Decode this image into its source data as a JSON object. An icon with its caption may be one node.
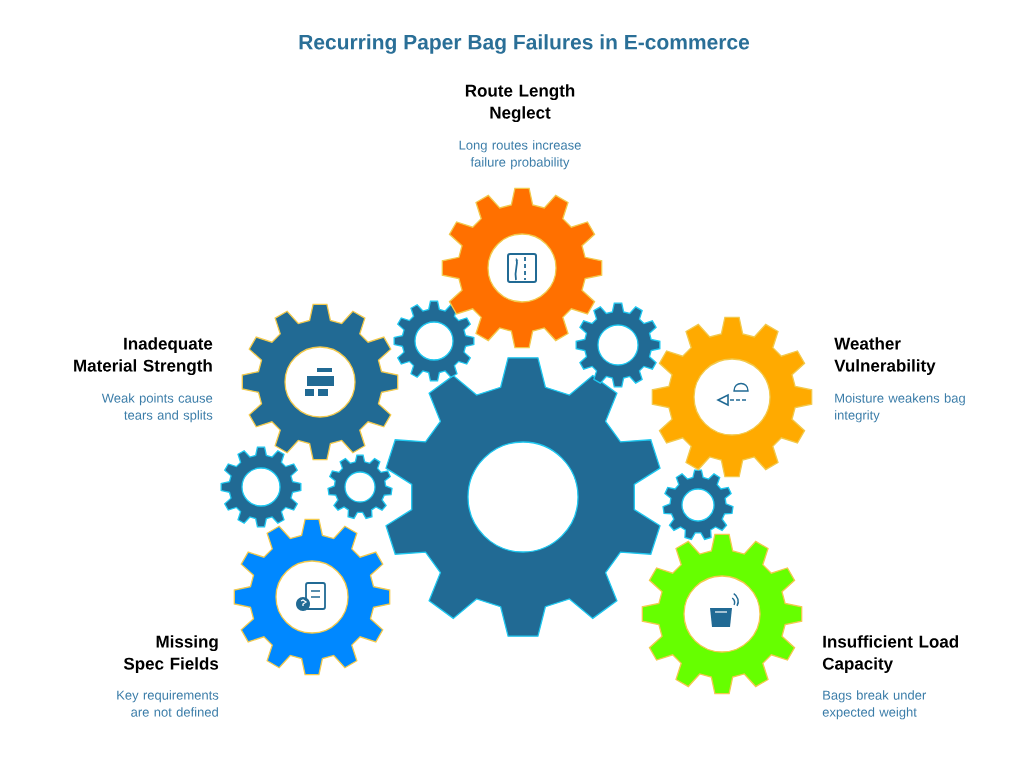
{
  "diagram": {
    "title": "Recurring Paper Bag Failures in E-commerce",
    "nodes": [
      {
        "text": [
          "Route Length Neglect",
          "Long routes increase failure probability"
        ]
      },
      {
        "text": [],
        "shape": "gear"
      },
      {
        "text": [],
        "shape": "gear"
      },
      {
        "text": [
          "Inadequate Material Strength",
          "Weak points cause tears and splits"
        ]
      },
      {
        "text": [
          "Weather Vulnerability",
          "Moisture weakens bag integrity"
        ]
      },
      {
        "text": [],
        "shape": "gear"
      },
      {
        "text": [],
        "shape": "gear"
      },
      {
        "text": [],
        "shape": "gear"
      },
      {
        "text": [],
        "shape": "gear"
      },
      {
        "text": [
          "Missing Spec Fields",
          "Key requirements are not defined"
        ]
      },
      {
        "text": [
          "Insufficient Load Capacity",
          "Bags break under expected weight"
        ]
      }
    ]
  }
}
